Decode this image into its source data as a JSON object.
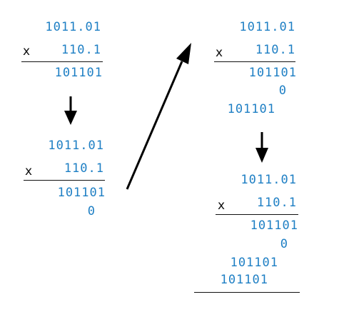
{
  "step1": {
    "multiplicand": "1011.01",
    "operator": "x",
    "multiplier": "110.1",
    "partials": [
      "101101"
    ]
  },
  "step2": {
    "multiplicand": "1011.01",
    "operator": "x",
    "multiplier": "110.1",
    "partials": [
      "101101",
      "0"
    ]
  },
  "step3": {
    "multiplicand": "1011.01",
    "operator": "x",
    "multiplier": "110.1",
    "partials": [
      "101101",
      "0",
      "101101"
    ]
  },
  "step4": {
    "multiplicand": "1011.01",
    "operator": "x",
    "multiplier": "110.1",
    "partials": [
      "101101",
      "0",
      "101101",
      "101101"
    ]
  },
  "colors": {
    "digits": "#1e7fc4",
    "operator": "#111111",
    "arrow": "#000000"
  }
}
